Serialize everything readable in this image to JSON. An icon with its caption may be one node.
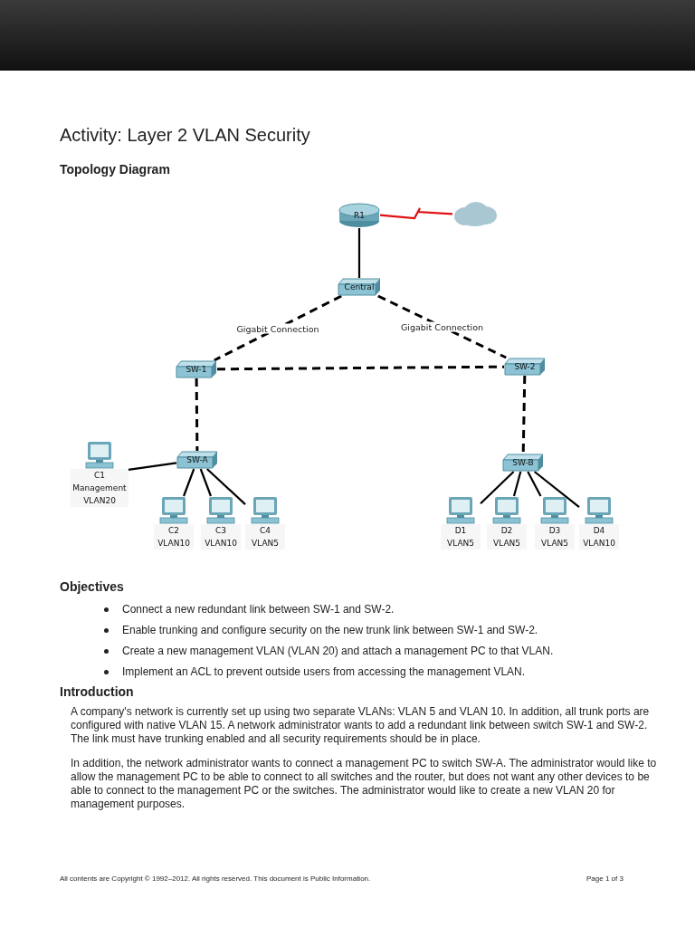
{
  "diagram": {
    "title": "Activity: Layer 2 VLAN Security",
    "nodes": [
      {
        "text": [
          "R1"
        ]
      },
      {
        "text": [],
        "shape": "cloud"
      },
      {
        "text": [
          "Central"
        ]
      },
      {
        "text": [
          "SW-1"
        ]
      },
      {
        "text": [
          "SW-2"
        ]
      },
      {
        "text": [
          "SW-A"
        ]
      },
      {
        "text": [
          "SW-B"
        ]
      },
      {
        "text": [
          "C1 Management VLAN20"
        ]
      },
      {
        "text": [
          "C2 VLAN10"
        ]
      },
      {
        "text": [
          "C3 VLAN10"
        ]
      },
      {
        "text": [
          "C4 VLAN5"
        ]
      },
      {
        "text": [
          "D1 VLAN5"
        ]
      },
      {
        "text": [
          "D2 VLAN5"
        ]
      },
      {
        "text": [
          "D3 VLAN5"
        ]
      },
      {
        "text": [
          "D4 VLAN10"
        ]
      }
    ],
    "edges": [
      {
        "from": 0,
        "to": 1,
        "arrow": "none",
        "color": "#e01010"
      },
      {
        "from": 0,
        "to": 2,
        "arrow": "none"
      },
      {
        "from": 2,
        "to": 3,
        "arrow": "none",
        "style": "dashed",
        "label": "Gigabit Connection"
      },
      {
        "from": 2,
        "to": 4,
        "arrow": "none",
        "style": "dashed",
        "label": "Gigabit Connection"
      },
      {
        "from": 3,
        "to": 4,
        "arrow": "none",
        "style": "dashed"
      },
      {
        "from": 3,
        "to": 5,
        "arrow": "none",
        "style": "dashed"
      },
      {
        "from": 4,
        "to": 6,
        "arrow": "none",
        "style": "dashed"
      },
      {
        "from": 5,
        "to": 7,
        "arrow": "none"
      },
      {
        "from": 5,
        "to": 8,
        "arrow": "none"
      },
      {
        "from": 5,
        "to": 9,
        "arrow": "none"
      },
      {
        "from": 5,
        "to": 10,
        "arrow": "none"
      },
      {
        "from": 6,
        "to": 11,
        "arrow": "none"
      },
      {
        "from": 6,
        "to": 12,
        "arrow": "none"
      },
      {
        "from": 6,
        "to": 13,
        "arrow": "none"
      },
      {
        "from": 6,
        "to": 14,
        "arrow": "none"
      }
    ],
    "labels": [
      "Topology Diagram",
      "Objectives",
      "Connect a new redundant link between SW-1 and SW-2.",
      "Enable trunking and configure security on the new trunk link between SW-1 and SW-2.",
      "Create a new management VLAN (VLAN 20) and attach a management PC to that VLAN.",
      "Implement an ACL to prevent outside users from accessing the management VLAN.",
      "Introduction",
      "A company's network is currently set up using two separate VLANs: VLAN 5 and VLAN 10. In addition, all trunk ports are configured with native VLAN 15. A network administrator wants to add a redundant link between switch SW-1 and SW-2. The link must have trunking enabled and all security requirements should be in place.",
      "In addition, the network administrator wants to connect a management PC to switch SW-A. The administrator would like to allow the management PC to be able to connect to all switches and the router, but does not want any other devices to be able to connect to the management PC or the switches. The administrator would like to create a new VLAN 20 for management purposes.",
      "All contents are Copyright © 1992–2012. All rights reserved. This document is Public Information.",
      "Page 1 of 3"
    ]
  }
}
